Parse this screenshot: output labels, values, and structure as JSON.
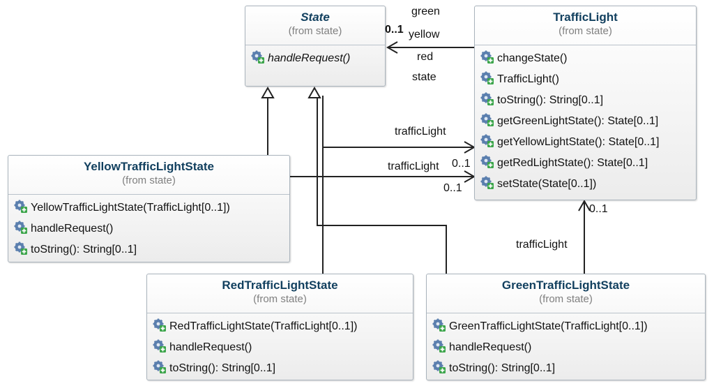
{
  "classes": {
    "state": {
      "name": "State",
      "from": "(from state)",
      "ops": [
        "handleRequest()"
      ]
    },
    "traffic_light": {
      "name": "TrafficLight",
      "from": "(from state)",
      "ops": [
        "changeState()",
        "TrafficLight()",
        "toString(): String[0..1]",
        "getGreenLightState(): State[0..1]",
        "getYellowLightState(): State[0..1]",
        "getRedLightState(): State[0..1]",
        "setState(State[0..1])"
      ]
    },
    "yellow": {
      "name": "YellowTrafficLightState",
      "from": "(from state)",
      "ops": [
        "YellowTrafficLightState(TrafficLight[0..1])",
        "handleRequest()",
        "toString(): String[0..1]"
      ]
    },
    "red": {
      "name": "RedTrafficLightState",
      "from": "(from state)",
      "ops": [
        "RedTrafficLightState(TrafficLight[0..1])",
        "handleRequest()",
        "toString(): String[0..1]"
      ]
    },
    "green": {
      "name": "GreenTrafficLightState",
      "from": "(from state)",
      "ops": [
        "GreenTrafficLightState(TrafficLight[0..1])",
        "handleRequest()",
        "toString(): String[0..1]"
      ]
    }
  },
  "edge_labels": {
    "green": "green",
    "yellow": "yellow",
    "red": "red",
    "state": "state",
    "trafficlight_red": "trafficLight",
    "trafficlight_yellow": "trafficLight",
    "trafficlight_green": "trafficLight"
  },
  "multiplicities": {
    "state_end": "0..1",
    "red_end": "0..1",
    "yellow_end": "0..1",
    "green_end": "0..1"
  },
  "icons": {
    "operation": "public-operation-gear-icon"
  },
  "colors": {
    "class_name": "#12405f",
    "border": "#a9b3bc",
    "from_text": "#7f7f7f",
    "gear": "#5b7fae",
    "plus": "#3aa449"
  }
}
